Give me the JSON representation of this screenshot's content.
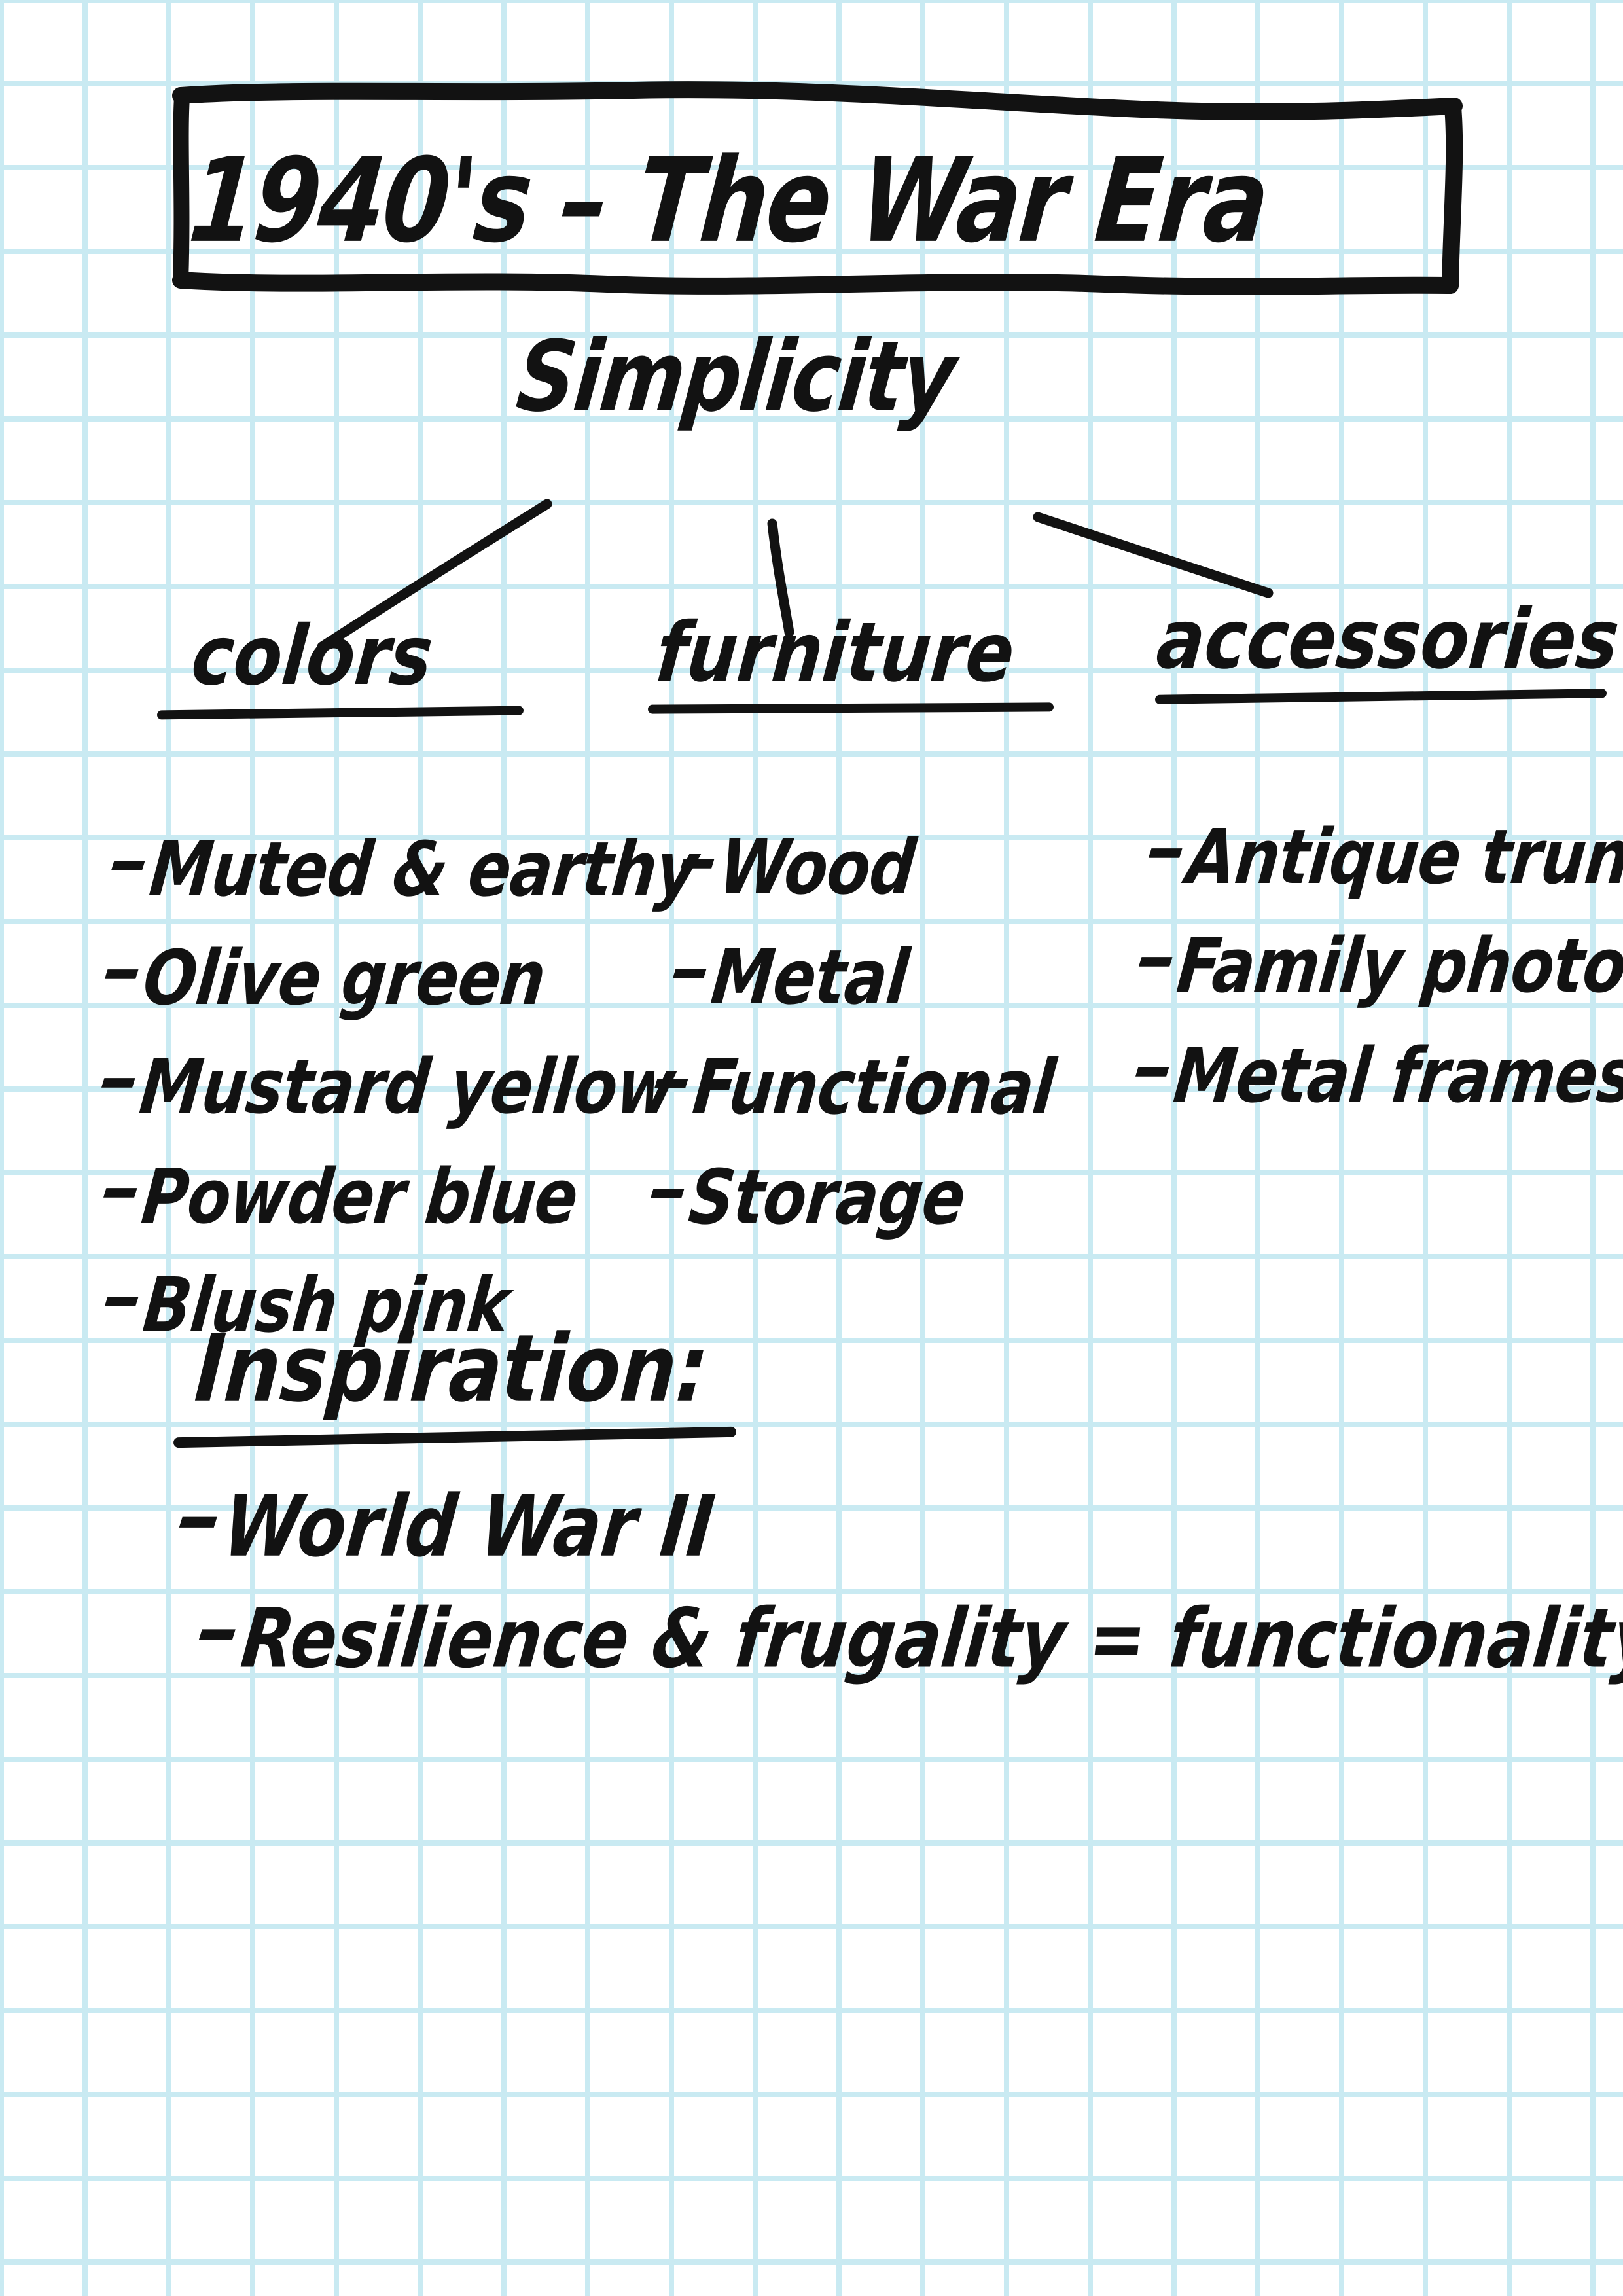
{
  "page": {
    "title_box_text": "1940's – The War Era",
    "central_theme": "Simplicity",
    "ink_color": "#121212",
    "grid_line_color": "#c9eaf2",
    "paper_color": "#ffffff"
  },
  "branches": [
    {
      "heading": "colors",
      "items": [
        "Muted & earthy",
        "Olive green",
        "Mustard yellow",
        "Powder blue",
        "Blush pink"
      ]
    },
    {
      "heading": "furniture",
      "items": [
        "Wood",
        "Metal",
        "Functional",
        "Storage"
      ]
    },
    {
      "heading": "accessories",
      "items": [
        "Antique trunks",
        "Family photos",
        "Metal frames"
      ]
    }
  ],
  "inspiration": {
    "heading": "Inspiration:",
    "items": [
      "World War II",
      "Resilience & frugality = functionality"
    ]
  },
  "bullet": {
    "dash": "–"
  }
}
